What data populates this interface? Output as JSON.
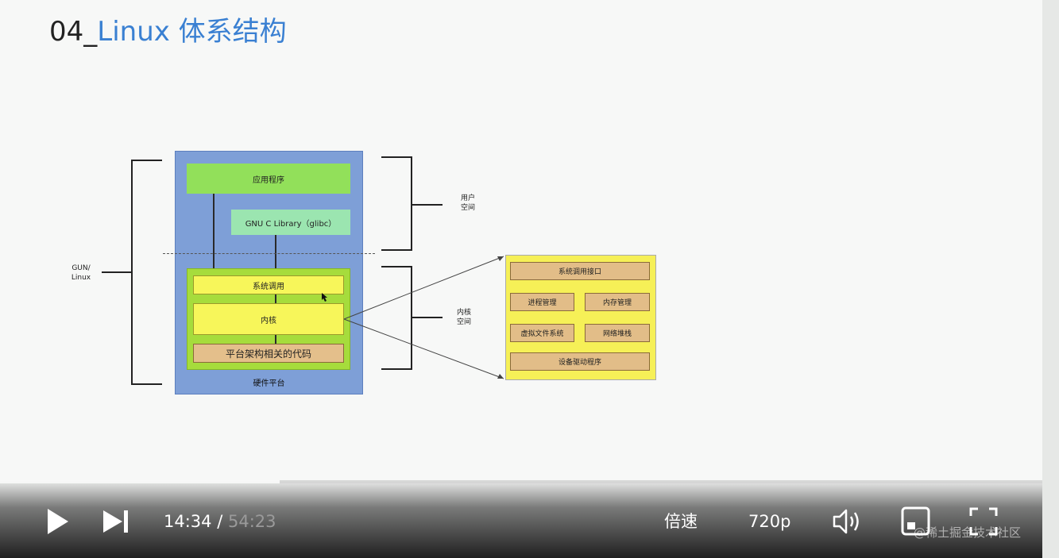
{
  "slide": {
    "title_number": "04_",
    "title_text": "Linux 体系结构"
  },
  "diagram": {
    "app": "应用程序",
    "glibc": "GNU C Library（glibc）",
    "syscall": "系统调用",
    "kernel": "内核",
    "arch": "平台架构相关的代码",
    "hardware": "硬件平台",
    "gun_linux": [
      "GUN/",
      "Linux"
    ],
    "user_space": [
      "用户",
      "空间"
    ],
    "kernel_space": [
      "内核",
      "空间"
    ],
    "kernel_detail": {
      "syscall_interface": "系统调用接口",
      "process": "进程管理",
      "memory": "内存管理",
      "vfs": "虚拟文件系统",
      "network": "网络堆栈",
      "drivers": "设备驱动程序"
    }
  },
  "player": {
    "current_time": "14:34",
    "separator": " / ",
    "duration": "54:23",
    "progress": 0.268,
    "speed_label": "倍速",
    "quality_label": "720p",
    "icons": [
      "play-icon",
      "next-icon",
      "volume-icon",
      "pip-icon",
      "fullscreen-icon"
    ]
  },
  "watermark": "@稀土掘金技术社区"
}
